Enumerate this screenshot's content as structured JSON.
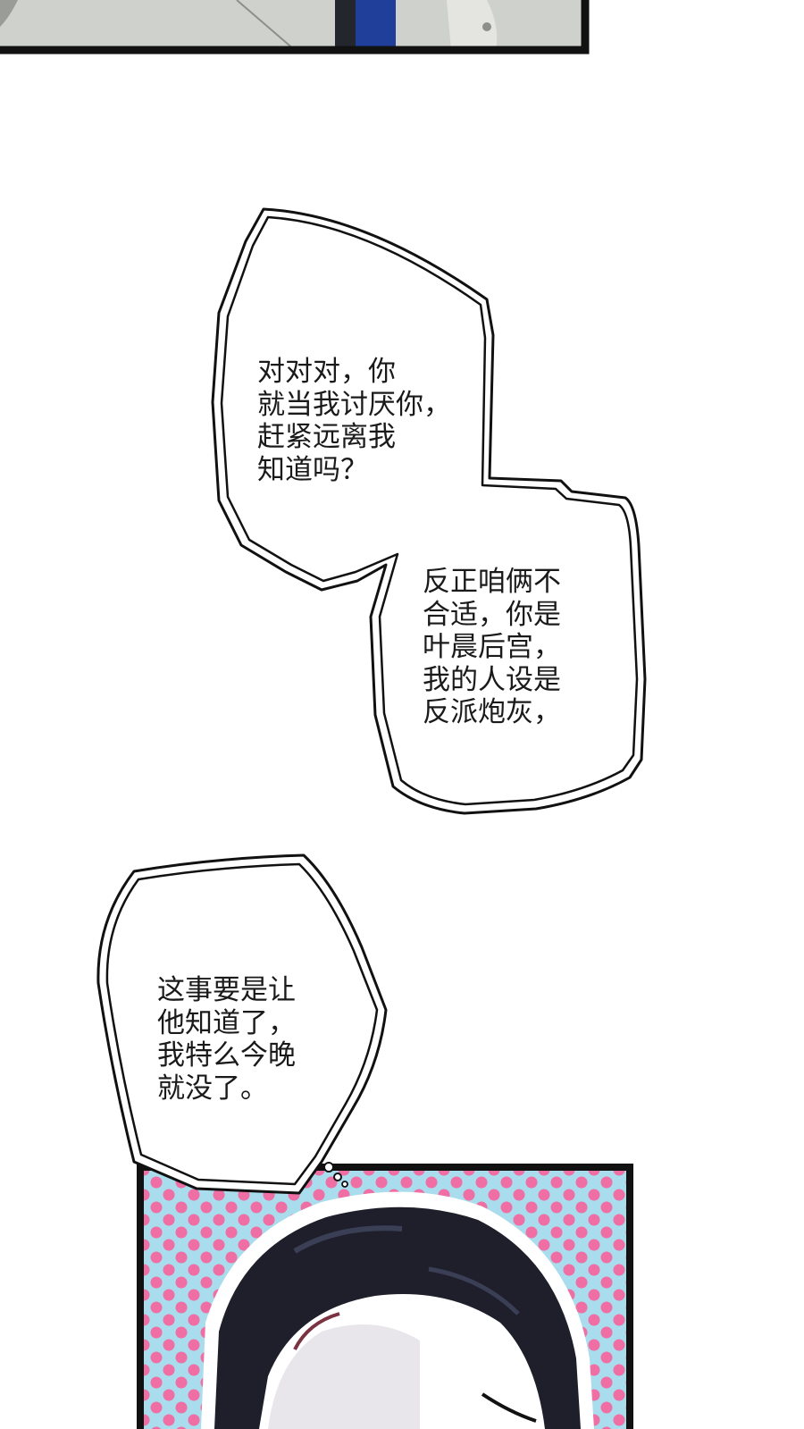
{
  "bubbles": [
    {
      "id": "bubble-1",
      "lines": [
        "对对对，你",
        "就当我讨厌你，",
        "赶紧远离我",
        "知道吗？"
      ]
    },
    {
      "id": "bubble-2",
      "lines": [
        "反正咱俩不",
        "合适，你是",
        "叶晨后宫，",
        "我的人设是",
        "反派炮灰，"
      ]
    },
    {
      "id": "bubble-3",
      "lines": [
        "这事要是让",
        "他知道了，",
        "我特么今晚",
        "就没了。"
      ]
    }
  ],
  "colors": {
    "background": "#ffffff",
    "ink": "#1a1a1a",
    "panel_border": "#111111",
    "dot_background": "#a9dcec",
    "dot_color": "#ef6fa4",
    "hair": "#1e1f2b",
    "hair_highlight": "#3a3f55",
    "top_panel_gray": "#cfd1cc",
    "top_panel_blue": "#1f3f9a"
  }
}
